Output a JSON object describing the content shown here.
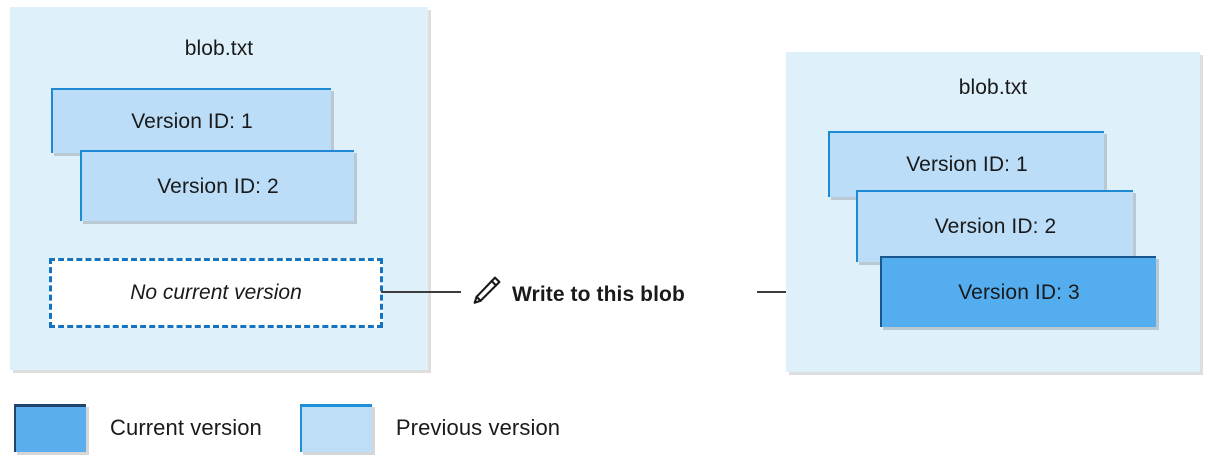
{
  "diagram": {
    "title_left": "blob.txt",
    "title_right": "blob.txt",
    "left_panel": {
      "blob_name": "blob.txt",
      "versions": [
        {
          "label": "Version ID: 1",
          "state": "previous"
        },
        {
          "label": "Version ID: 2",
          "state": "previous"
        }
      ],
      "current_version_placeholder": "No current version"
    },
    "right_panel": {
      "blob_name": "blob.txt",
      "versions": [
        {
          "label": "Version ID: 1",
          "state": "previous"
        },
        {
          "label": "Version ID: 2",
          "state": "previous"
        },
        {
          "label": "Version ID: 3",
          "state": "current"
        }
      ]
    },
    "annotation": {
      "icon": "pencil-icon",
      "label": "Write to this blob"
    },
    "legend": [
      {
        "swatch": "current",
        "label": "Current version",
        "color": "#5AAEEE"
      },
      {
        "swatch": "previous",
        "label": "Previous version",
        "color": "#BEDEF8"
      }
    ]
  },
  "colors": {
    "panel_background": "#DEF0FA",
    "previous_version": "#BBDDF8",
    "previous_version_border": "#1E8AD6",
    "current_version": "#54ADEE",
    "current_version_border": "#18568C",
    "dashed_border": "#1573C0",
    "connector": "#3C3C3C",
    "text": "#1A1A1A",
    "page_background": "#FFFFFF"
  }
}
